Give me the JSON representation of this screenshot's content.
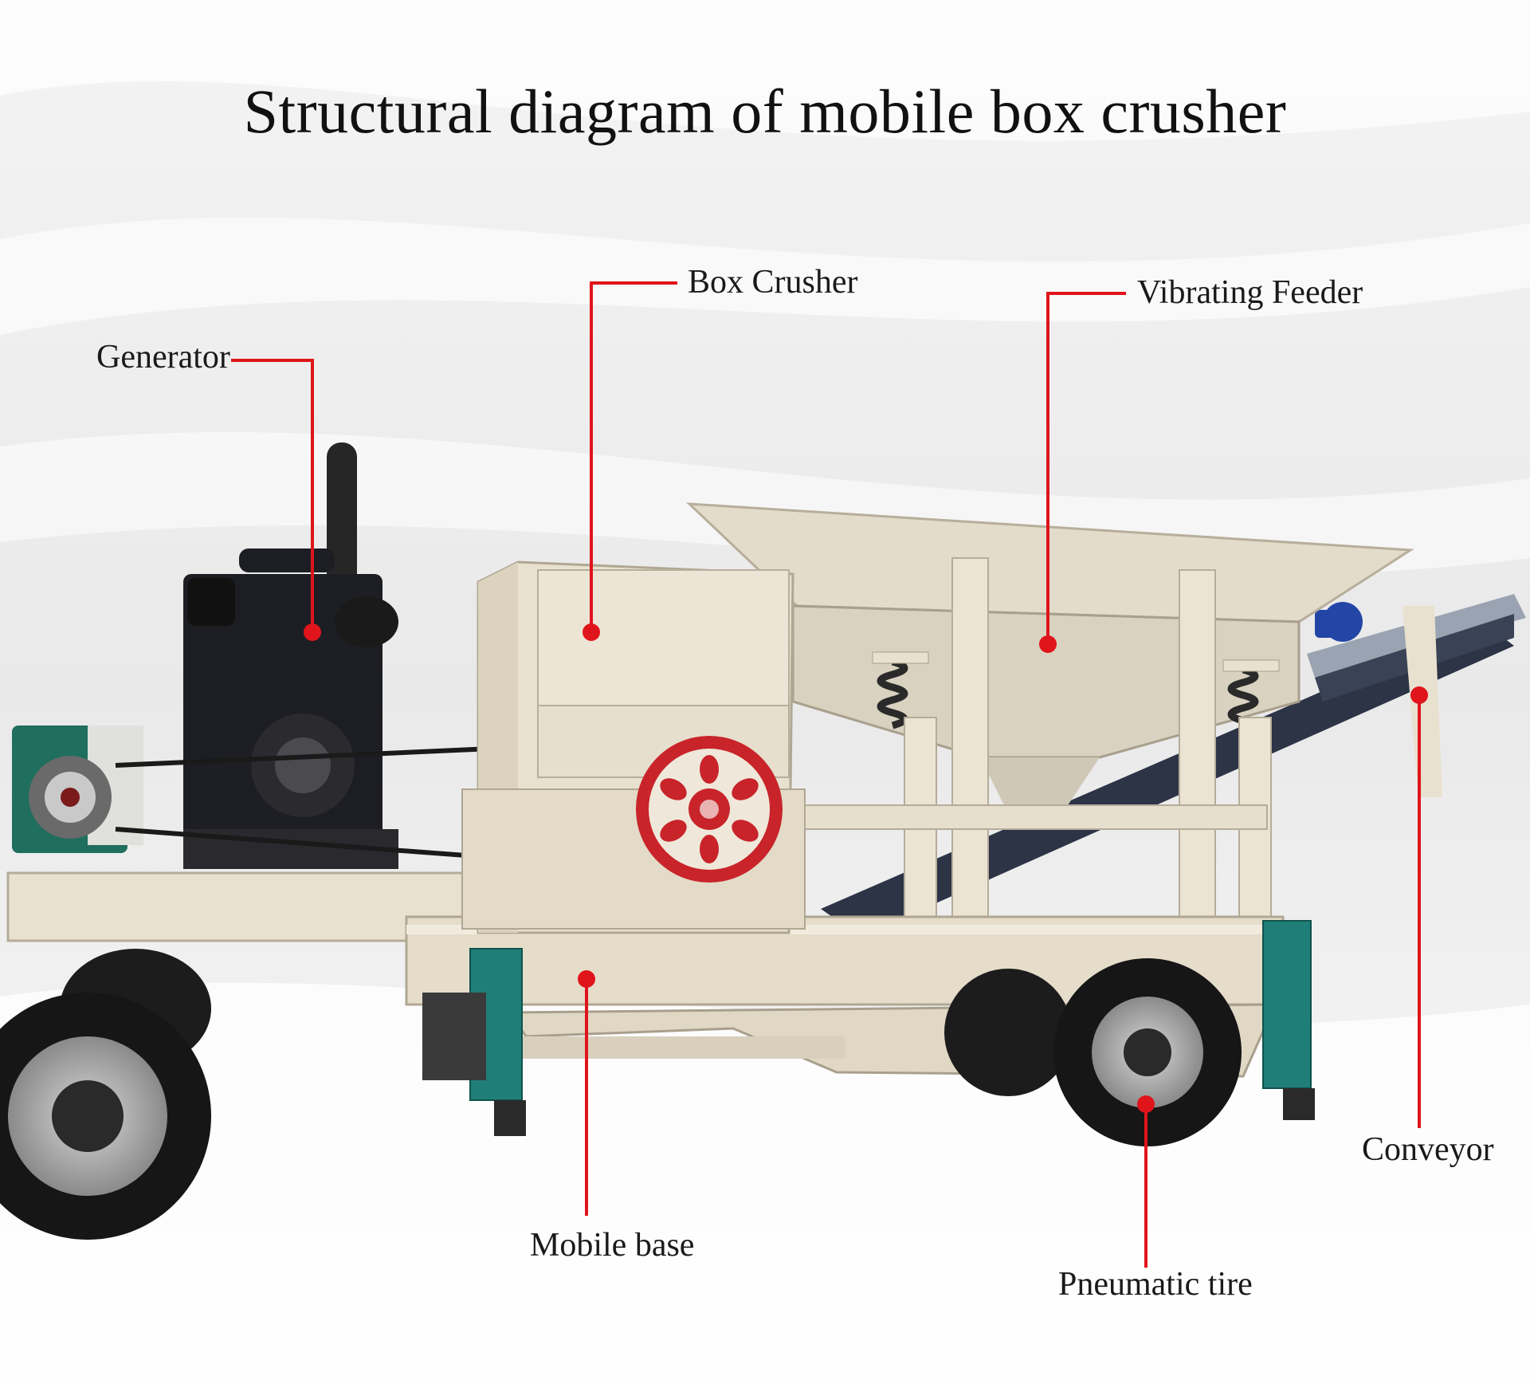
{
  "title": "Structural diagram of mobile box crusher",
  "labels": {
    "generator": "Generator",
    "box_crusher": "Box Crusher",
    "vibrating_feeder": "Vibrating Feeder",
    "conveyor": "Conveyor",
    "mobile_base": "Mobile base",
    "pneumatic_tire": "Pneumatic tire"
  },
  "colors": {
    "leader": "#e0141b",
    "machine_body": "#e9e1cf",
    "engine": "#1e1e22",
    "generator_green": "#1f6e5e",
    "flywheel": "#c8242a",
    "tire": "#161616",
    "motor_blue": "#2346a6"
  }
}
